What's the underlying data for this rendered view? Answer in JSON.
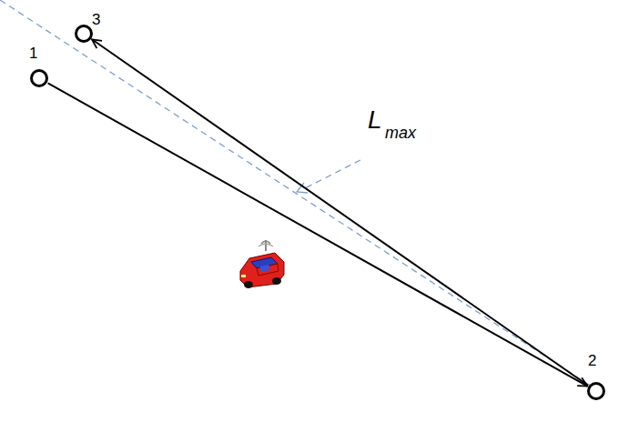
{
  "diagram": {
    "nodes": [
      {
        "text": [
          "3"
        ]
      },
      {
        "text": [
          "1"
        ]
      },
      {
        "text": [
          "2"
        ]
      }
    ],
    "edges": [
      {
        "from": 1,
        "to": 2,
        "arrow": "to"
      },
      {
        "from": 2,
        "to": 0,
        "arrow": "to"
      }
    ],
    "labels": [
      "L",
      "max"
    ]
  }
}
